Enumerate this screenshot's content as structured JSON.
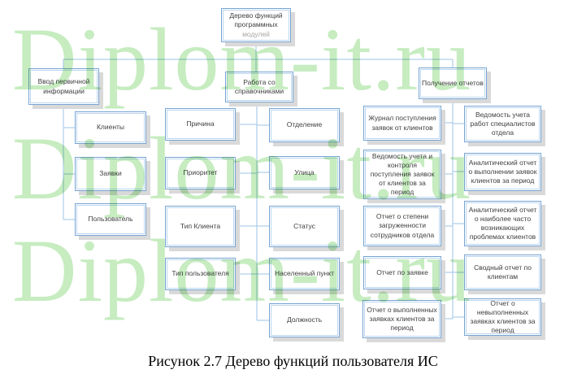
{
  "caption": "Рисунок 2.7 Дерево функций пользователя ИС",
  "watermark": {
    "text": "Diplom-it.ru",
    "color": "#c6ecc0"
  },
  "colors": {
    "box_border": "#76A4D4",
    "box_inner_border": "#BDD7EE",
    "box_shadow": "#D9D9D9",
    "connector": "#9DC3E6",
    "text": "#404040",
    "text_muted": "#A6A6A6"
  },
  "nodes": {
    "root_main": "Дерево функций программных",
    "root_sub": "модулей",
    "input": "Ввод первичной информации",
    "dict": "Работа со справочниками",
    "reports": "Получение отчетов",
    "input_children": [
      "Клиенты",
      "Заявки",
      "Пользователь"
    ],
    "dict_col1": [
      "Причина",
      "Приоритет",
      "Тип Клиента",
      "Тип пользователя"
    ],
    "dict_col2": [
      "Отделение",
      "Улица",
      "Статус",
      "Населенный пункт",
      "Должность"
    ],
    "report_col1": [
      "Журнал поступления заявок от клиентов",
      "Ведомость учета и контроля поступления заявок от клиентов за период",
      "Отчет о степени загруженности сотрудников отдела",
      "Отчет по заявке",
      "Отчет о выполненных заявках клиентов за период"
    ],
    "report_col2": [
      "Ведомость учета работ специалистов отдела",
      "Аналитический отчет о выполнении заявок клиентов за период",
      "Аналитический отчет о наиболее часто возникающих проблемах клиентов",
      "Сводный отчет по клиентам",
      "Отчет о невыполненных заявках клиентов за период"
    ]
  }
}
